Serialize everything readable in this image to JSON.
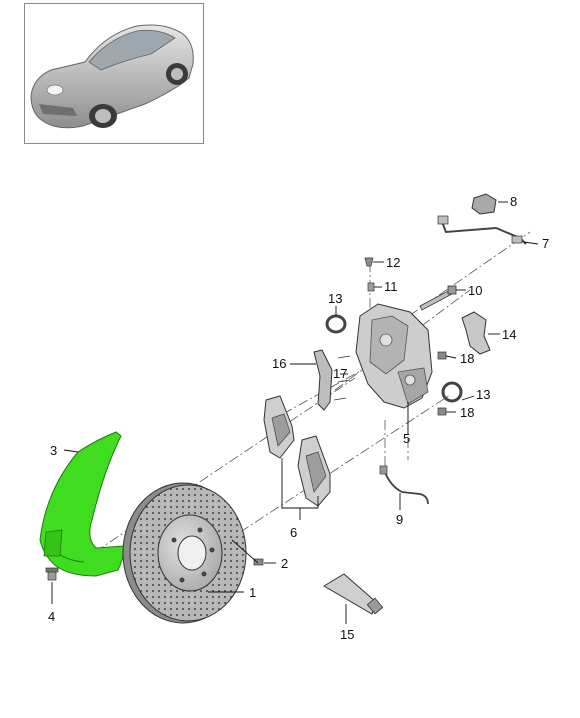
{
  "thumbnail": {
    "icon": "car-icon"
  },
  "colors": {
    "highlight": "#3fdc1f",
    "part_fill": "#d4d4d4",
    "part_dark": "#9a9a9a",
    "line": "#333333"
  },
  "callouts": [
    "1",
    "2",
    "3",
    "4",
    "5",
    "6",
    "7",
    "8",
    "9",
    "10",
    "11",
    "12",
    "13",
    "13",
    "14",
    "15",
    "16",
    "17",
    "18",
    "18"
  ]
}
